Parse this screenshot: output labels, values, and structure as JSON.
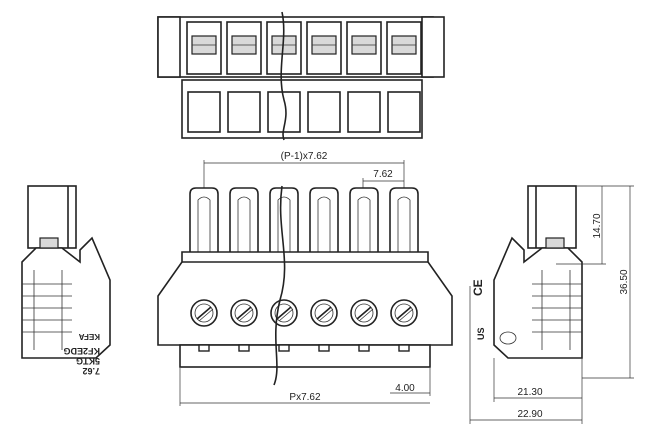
{
  "dimensions": {
    "pitch_span": "(P-1)x7.62",
    "pitch": "7.62",
    "total_width": "Px7.62",
    "offset": "4.00",
    "height_upper": "14.70",
    "height_total": "36.50",
    "depth_inner": "21.30",
    "depth_outer": "22.90"
  },
  "side_marking": {
    "line1": "7.62",
    "line2": "5KTG",
    "line3": "KF2EDG",
    "logo": "KEFA"
  },
  "cert_marking": {
    "ce": "CE",
    "us": "US"
  },
  "pole_count": 6
}
